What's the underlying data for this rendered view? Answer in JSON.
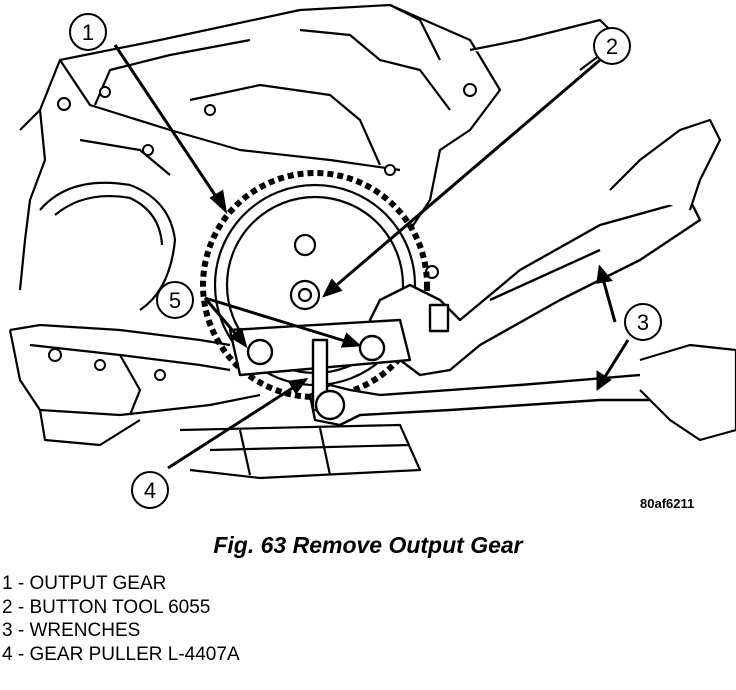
{
  "figure": {
    "callouts": [
      "1",
      "2",
      "3",
      "4",
      "5"
    ],
    "figure_id": "80af6211"
  },
  "caption": "Fig. 63 Remove Output Gear",
  "legend": [
    "1 - OUTPUT GEAR",
    "2 - BUTTON TOOL 6055",
    "3 - WRENCHES",
    "4 - GEAR PULLER L-4407A"
  ]
}
